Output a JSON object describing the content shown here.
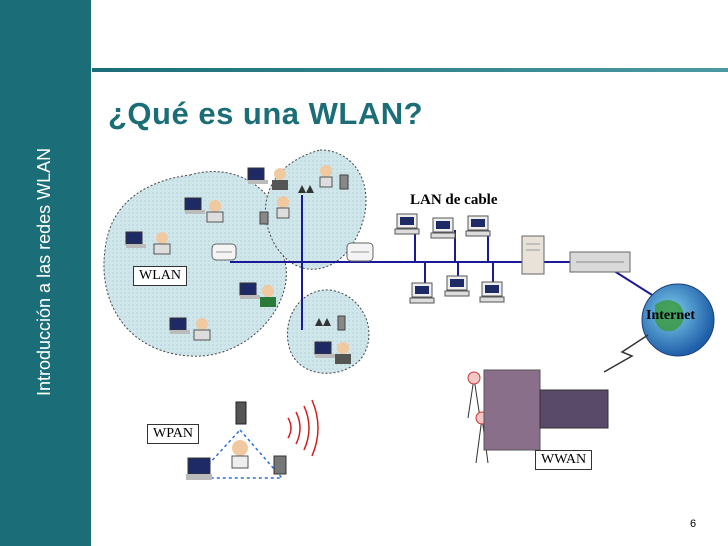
{
  "sidebar": {
    "text": "Introducción a las redes WLAN"
  },
  "slide": {
    "title": "¿Qué es una WLAN?",
    "page_number": "6"
  },
  "diagram": {
    "labels": {
      "wlan": "WLAN",
      "lan": "LAN de cable",
      "internet": "Internet",
      "wpan": "WPAN",
      "wwan": "WWAN"
    }
  },
  "colors": {
    "accent": "#1b6e77",
    "bubble": "#cfe6ea",
    "cable": "#1a1a99"
  }
}
